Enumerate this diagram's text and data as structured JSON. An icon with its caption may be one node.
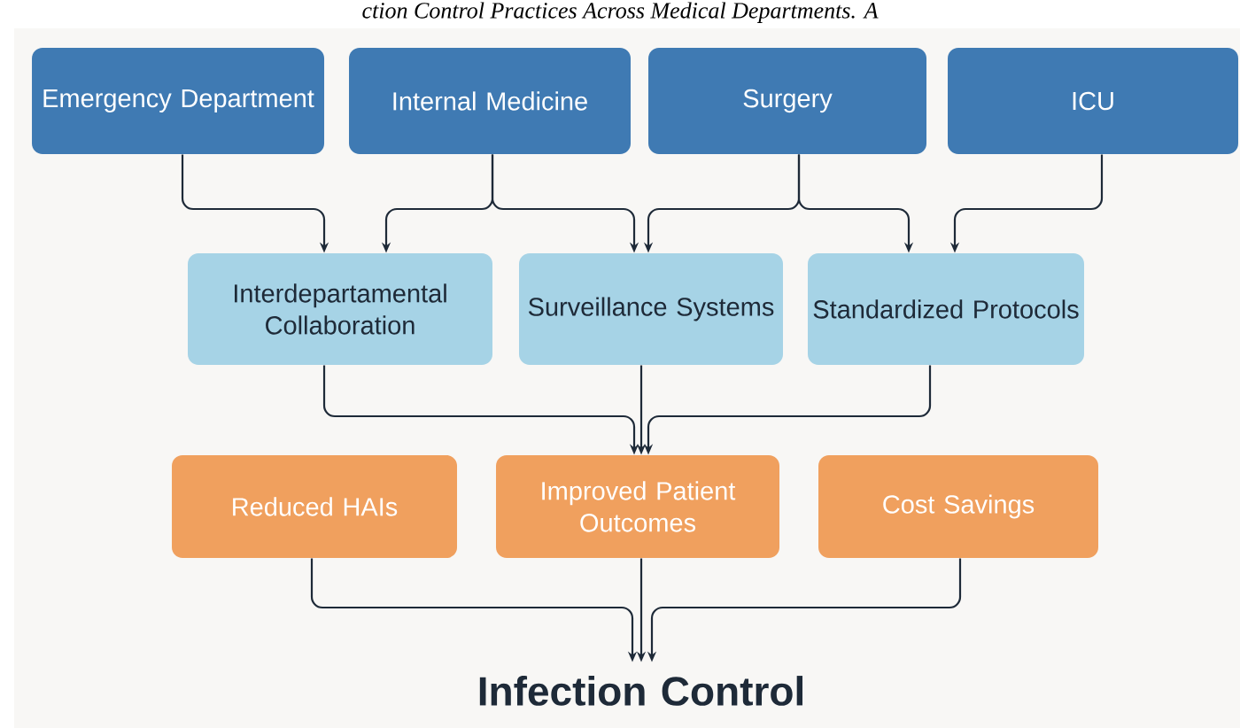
{
  "diagram": {
    "caption": "ction Control Practices Across Medical Departments. A",
    "nodes": [
      {
        "text": [
          "Emergency Department"
        ]
      },
      {
        "text": [
          "Internal Medicine"
        ]
      },
      {
        "text": [
          "Surgery"
        ]
      },
      {
        "text": [
          "ICU"
        ]
      },
      {
        "text": [
          "Interdepartamental Collaboration"
        ]
      },
      {
        "text": [
          "Surveillance Systems"
        ]
      },
      {
        "text": [
          "Standardized Protocols"
        ]
      },
      {
        "text": [
          "Reduced HAIs"
        ]
      },
      {
        "text": [
          "Improved Patient Outcomes"
        ]
      },
      {
        "text": [
          "Cost Savings"
        ]
      },
      {
        "text": [
          "Infection Control"
        ]
      }
    ],
    "edges": [
      {
        "from": 0,
        "to": 4,
        "arrow": "to"
      },
      {
        "from": 1,
        "to": 4,
        "arrow": "to"
      },
      {
        "from": 1,
        "to": 5,
        "arrow": "to"
      },
      {
        "from": 2,
        "to": 5,
        "arrow": "to"
      },
      {
        "from": 2,
        "to": 6,
        "arrow": "to"
      },
      {
        "from": 3,
        "to": 6,
        "arrow": "to"
      },
      {
        "from": 4,
        "to": 8,
        "arrow": "to"
      },
      {
        "from": 5,
        "to": 8,
        "arrow": "to"
      },
      {
        "from": 6,
        "to": 8,
        "arrow": "to"
      },
      {
        "from": 7,
        "to": 10,
        "arrow": "to"
      },
      {
        "from": 8,
        "to": 10,
        "arrow": "to"
      },
      {
        "from": 9,
        "to": 10,
        "arrow": "to"
      }
    ]
  }
}
